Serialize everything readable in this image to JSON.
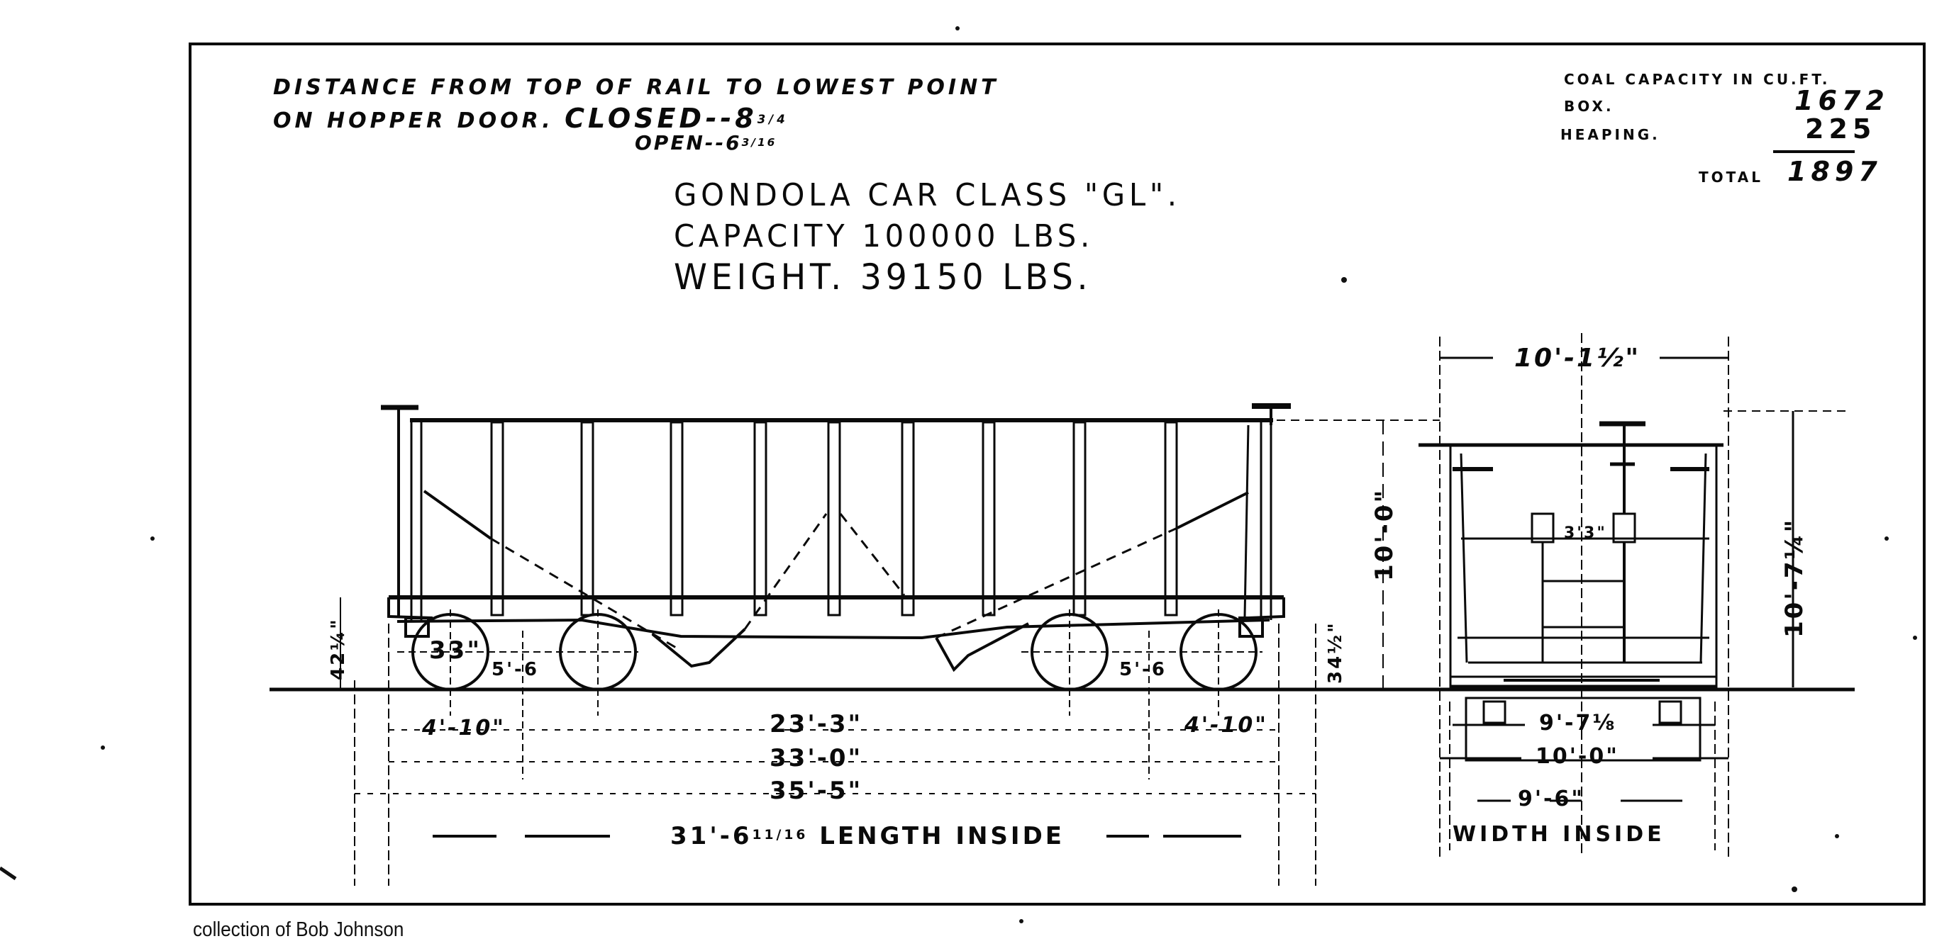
{
  "drawing": {
    "hopper_note": {
      "line1": "DISTANCE FROM TOP OF RAIL TO LOWEST POINT",
      "line2_prefix": "ON HOPPER DOOR.",
      "closed_label": "CLOSED--8",
      "closed_frac": "3/4",
      "open_label": "OPEN--6",
      "open_frac": "3/16"
    },
    "title": {
      "line1": "GONDOLA CAR CLASS \"GL\".",
      "line2": "CAPACITY 100000 LBS.",
      "line3": "WEIGHT. 39150 LBS."
    },
    "coal_capacity": {
      "heading": "COAL CAPACITY IN CU.FT.",
      "rows": [
        {
          "label": "BOX.",
          "value": "1672"
        },
        {
          "label": "HEAPING.",
          "value": "225"
        }
      ],
      "total_label": "TOTAL",
      "total_value": "1897"
    },
    "side_view": {
      "wheel_diameter": "33\"",
      "wheelbase_left": "5'-6",
      "wheelbase_right": "5'-6",
      "height_sill": "42¼\"",
      "height_coupler": "34½\"",
      "height_body": "10'-0\"",
      "overhang_left": "4'-10\"",
      "overhang_right": "4'-10\"",
      "truck_centers": "23'-3\"",
      "length_over_sills": "33'-0\"",
      "length_over_couplers": "35'-5\"",
      "length_inside_value": "31'-6",
      "length_inside_frac": "11/16",
      "length_inside_label": "LENGTH INSIDE"
    },
    "end_view": {
      "width_top": "10'-1½\"",
      "height_total": "10'-7¼\"",
      "center_dim": "3'3\"",
      "width_1": "9'-7⅛",
      "width_2": "10'-0\"",
      "width_3": "9'-6\"",
      "width_inside_label": "WIDTH INSIDE"
    },
    "colors": {
      "paper": "#ffffff",
      "ink": "#0a0a0a"
    }
  },
  "caption": "collection of Bob Johnson"
}
